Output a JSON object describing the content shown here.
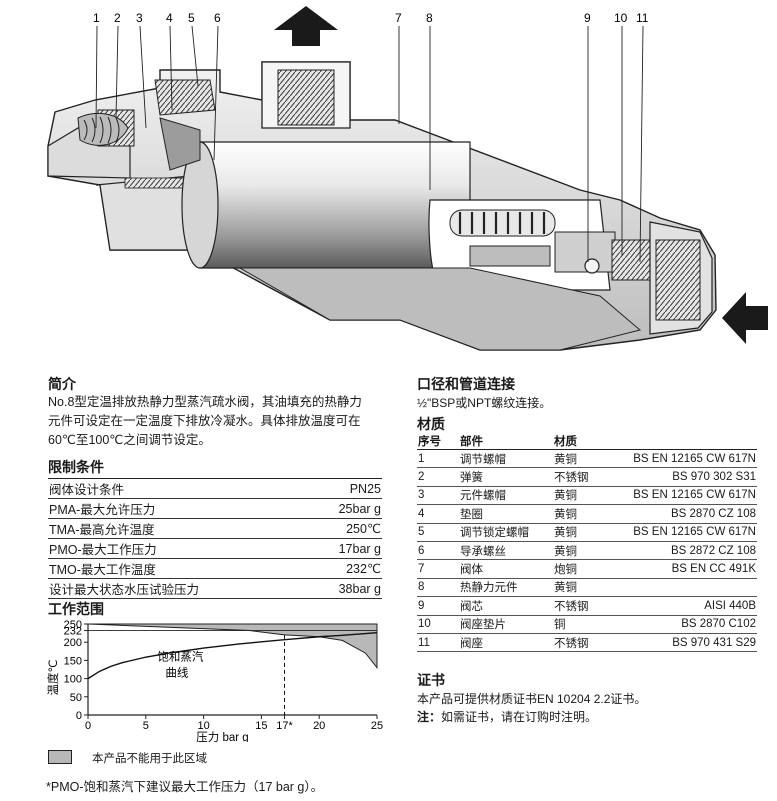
{
  "drawing": {
    "callouts": [
      "1",
      "2",
      "3",
      "4",
      "5",
      "6",
      "7",
      "8",
      "9",
      "10",
      "11"
    ]
  },
  "intro": {
    "heading": "简介",
    "lines": [
      "No.8型定温排放热静力型蒸汽疏水阀，其油填充的热静力",
      "元件可设定在一定温度下排放冷凝水。具体排放温度可在",
      "60℃至100℃之间调节设定。"
    ]
  },
  "limits": {
    "heading": "限制条件",
    "rows": [
      {
        "label": "阀体设计条件",
        "value": "PN25"
      },
      {
        "label": "PMA-最大允许压力",
        "value": "25bar g"
      },
      {
        "label": "TMA-最高允许温度",
        "value": "250℃"
      },
      {
        "label": "PMO-最大工作压力",
        "value": "17bar g"
      },
      {
        "label": "TMO-最大工作温度",
        "value": "232℃"
      },
      {
        "label": "设计最大状态水压试验压力",
        "value": "38bar g"
      }
    ]
  },
  "range": {
    "heading": "工作范围",
    "legend_text": "本产品不能用于此区域",
    "footnote": "*PMO-饱和蒸汽下建议最大工作压力（17 bar g）。"
  },
  "chart_data": {
    "type": "area",
    "xlabel": "压力 bar g",
    "ylabel": "温度℃",
    "x_ticks": [
      "0",
      "5",
      "10",
      "15",
      "17*",
      "20",
      "25"
    ],
    "x_tick_values": [
      0,
      5,
      10,
      15,
      17,
      20,
      25
    ],
    "y_ticks": [
      "0",
      "50",
      "100",
      "150",
      "200",
      "232",
      "250"
    ],
    "y_tick_values": [
      0,
      50,
      100,
      150,
      200,
      232,
      250
    ],
    "xlim": [
      0,
      25
    ],
    "ylim": [
      0,
      250
    ],
    "curve_label": [
      "饱和蒸汽",
      "曲线"
    ],
    "saturation_curve": {
      "x": [
        0,
        1,
        2,
        3,
        5,
        7,
        10,
        13,
        15,
        17,
        20,
        22,
        25
      ],
      "y": [
        100,
        120,
        134,
        144,
        159,
        170,
        184,
        195,
        201,
        207,
        215,
        219,
        226
      ]
    },
    "excluded_region": {
      "x": [
        0,
        14,
        17,
        20,
        22,
        24,
        25
      ],
      "y": [
        250,
        232,
        220,
        215,
        205,
        170,
        130
      ]
    },
    "pmo_marker_x": 17
  },
  "connections": {
    "heading": "口径和管道连接",
    "text": "½\"BSP或NPT螺纹连接。"
  },
  "materials": {
    "heading": "材质",
    "columns": [
      "序号",
      "部件",
      "材质"
    ],
    "rows": [
      {
        "no": "1",
        "part": "调节螺帽",
        "material": "黄铜",
        "standard": "BS EN 12165 CW 617N"
      },
      {
        "no": "2",
        "part": "弹簧",
        "material": "不锈钢",
        "standard": "BS 970 302 S31"
      },
      {
        "no": "3",
        "part": "元件螺帽",
        "material": "黄铜",
        "standard": "BS EN 12165 CW 617N"
      },
      {
        "no": "4",
        "part": "垫圈",
        "material": "黄铜",
        "standard": "BS 2870 CZ 108"
      },
      {
        "no": "5",
        "part": "调节锁定螺帽",
        "material": "黄铜",
        "standard": "BS EN 12165 CW 617N"
      },
      {
        "no": "6",
        "part": "导承螺丝",
        "material": "黄铜",
        "standard": "BS 2872 CZ 108"
      },
      {
        "no": "7",
        "part": "阀体",
        "material": "炮铜",
        "standard": "BS EN CC 491K"
      },
      {
        "no": "8",
        "part": "热静力元件",
        "material": "黄铜",
        "standard": ""
      },
      {
        "no": "9",
        "part": "阀芯",
        "material": "不锈钢",
        "standard": "AISI 440B"
      },
      {
        "no": "10",
        "part": "阀座垫片",
        "material": "铜",
        "standard": "BS 2870 C102"
      },
      {
        "no": "11",
        "part": "阀座",
        "material": "不锈钢",
        "standard": "BS 970 431 S29"
      }
    ]
  },
  "certificate": {
    "heading": "证书",
    "line1": "本产品可提供材质证书EN 10204 2.2证书。",
    "note_label": "注：",
    "note_text": "如需证书，请在订购时注明。"
  }
}
